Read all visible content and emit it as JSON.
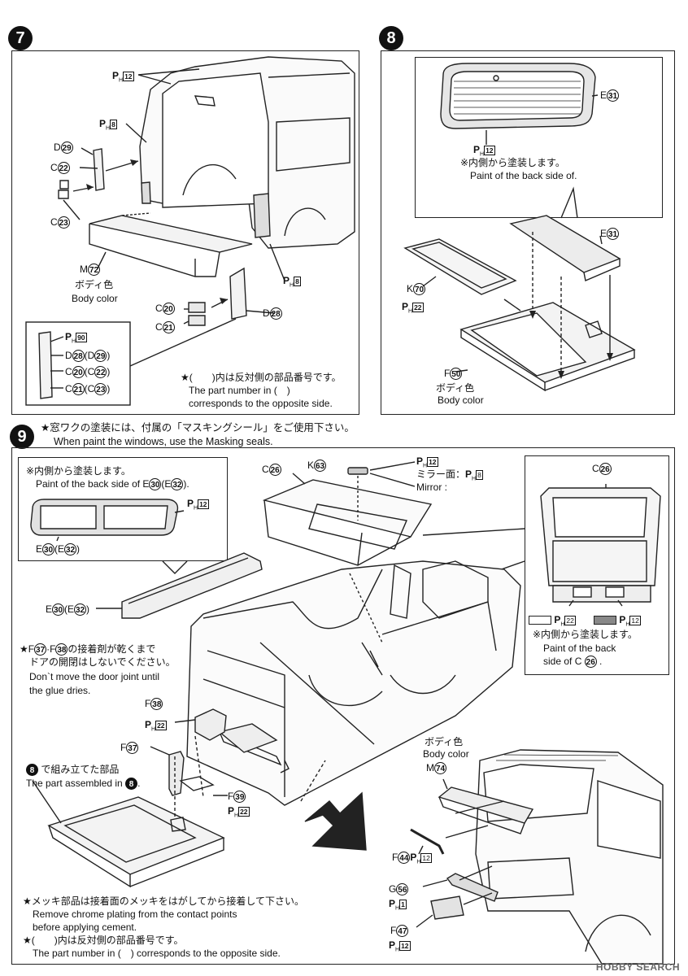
{
  "steps": {
    "s7": "7",
    "s8": "8",
    "s9": "9"
  },
  "step7": {
    "ph12": "12",
    "ph8a": "8",
    "ph8b": "8",
    "d29": "29",
    "c22": "22",
    "c23": "23",
    "m72": "72",
    "body_color_jp": "ボディ色",
    "body_color_en": "Body color",
    "c20": "20",
    "c21": "21",
    "d28": "28",
    "inset": {
      "ph90": "90",
      "d28": "28",
      "d29": "29",
      "c20": "20",
      "c22": "22",
      "c21": "21",
      "c23": "23"
    },
    "note_jp": "★(　　)内は反対側の部品番号です。",
    "note_en1": "The part number in (　)",
    "note_en2": "corresponds to the opposite side."
  },
  "step8": {
    "e31a": "31",
    "ph12": "12",
    "paint_jp": "※内側から塗装します。",
    "paint_en": "Paint of the back side of.",
    "e31b": "31",
    "k70": "70",
    "ph22": "22",
    "f50": "50",
    "body_color_jp": "ボディ色",
    "body_color_en": "Body color"
  },
  "step9": {
    "header_jp": "★窓ワクの塗装には、付属の「マスキングシール」をご使用下さい。",
    "header_en": "When paint the windows, use the Masking seals.",
    "inset_left": {
      "paint_jp": "※内側から塗装します。",
      "paint_en": "Paint of the back side of E",
      "e30": "30",
      "e32": "32",
      "ph12": "12",
      "label_e30": "30",
      "label_e32": "32"
    },
    "c26": "26",
    "k63": "63",
    "ph12": "12",
    "mirror_jp": "ミラー面：",
    "ph8": "8",
    "mirror_en": "Mirror :",
    "inset_right": {
      "c26": "26",
      "ph22": "22",
      "ph12": "12",
      "paint_jp": "※内側から塗装します。",
      "paint_en1": "Paint of the back",
      "paint_en2": "side of C",
      "c26b": "26"
    },
    "e30": "30",
    "e32": "32",
    "glue_jp1": "★F",
    "f37": "37",
    "f38": "38",
    "glue_jp2": "の接着剤が乾くまで",
    "glue_jp3": "ドアの開閉はしないでください。",
    "glue_en1": "Don`t move the door joint until",
    "glue_en2": "the glue dries.",
    "f38b": "38",
    "ph22a": "22",
    "f37b": "37",
    "assembled_jp": "で組み立てた部品",
    "assembled_en": "The part assembled in",
    "f39": "39",
    "ph22b": "22",
    "body_color_jp": "ボディ色",
    "body_color_en": "Body color",
    "m74": "74",
    "f44": "44",
    "ph12b": "12",
    "g56": "56",
    "ph1": "1",
    "f47": "47",
    "ph12c": "12",
    "chrome_jp": "★メッキ部品は接着面のメッキをはがしてから接着して下さい。",
    "chrome_en1": "Remove chrome plating from the contact points",
    "chrome_en2": "before applying cement.",
    "opp_jp": "★(　　)内は反対側の部品番号です。",
    "opp_en": "The part number in (　) corresponds to the opposite side."
  },
  "watermark": "HOBBY SEARCH"
}
